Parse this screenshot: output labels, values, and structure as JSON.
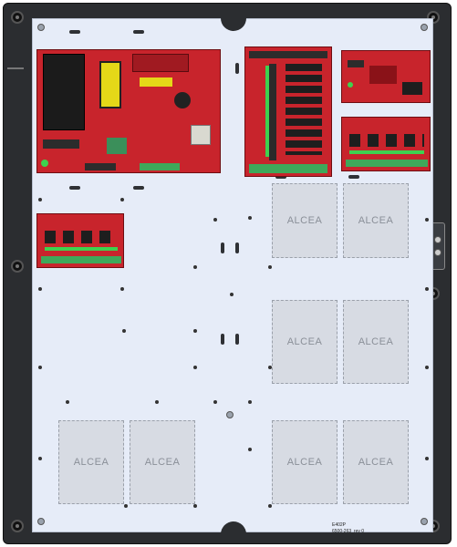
{
  "placeholders": {
    "label": "ALCEA"
  },
  "part_number": "E402P",
  "revision": "6500-263_rev 0",
  "colors": {
    "enclosure": "#2b2d30",
    "backplate": "#e6ecf8",
    "pcb_red": "#c8242c",
    "terminal_green": "#3fa85a",
    "transformer_yellow": "#e5d818",
    "placeholder_fill": "#d7dbe3"
  }
}
